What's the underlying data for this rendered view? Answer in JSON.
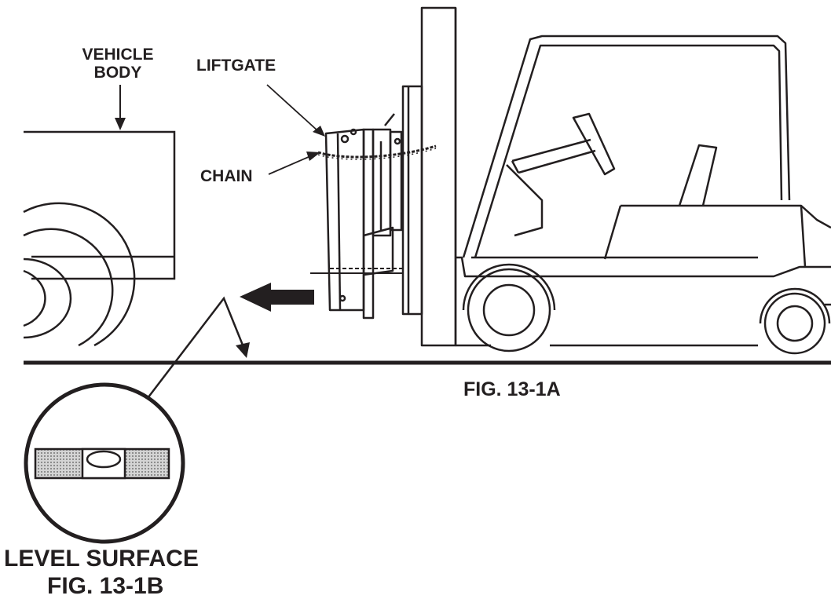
{
  "labels": {
    "vehicle_body_line1": "VEHICLE",
    "vehicle_body_line2": "BODY",
    "liftgate": "LIFTGATE",
    "chain": "CHAIN",
    "fig_a": "FIG. 13-1A",
    "level_surface": "LEVEL SURFACE",
    "fig_b": "FIG. 13-1B"
  },
  "colors": {
    "ink": "#231f20",
    "background": "#ffffff",
    "level_fill": "#b9b9b9"
  },
  "icons": {
    "move_direction": "arrow-left-icon",
    "level_callout": "bubble-level-icon"
  }
}
